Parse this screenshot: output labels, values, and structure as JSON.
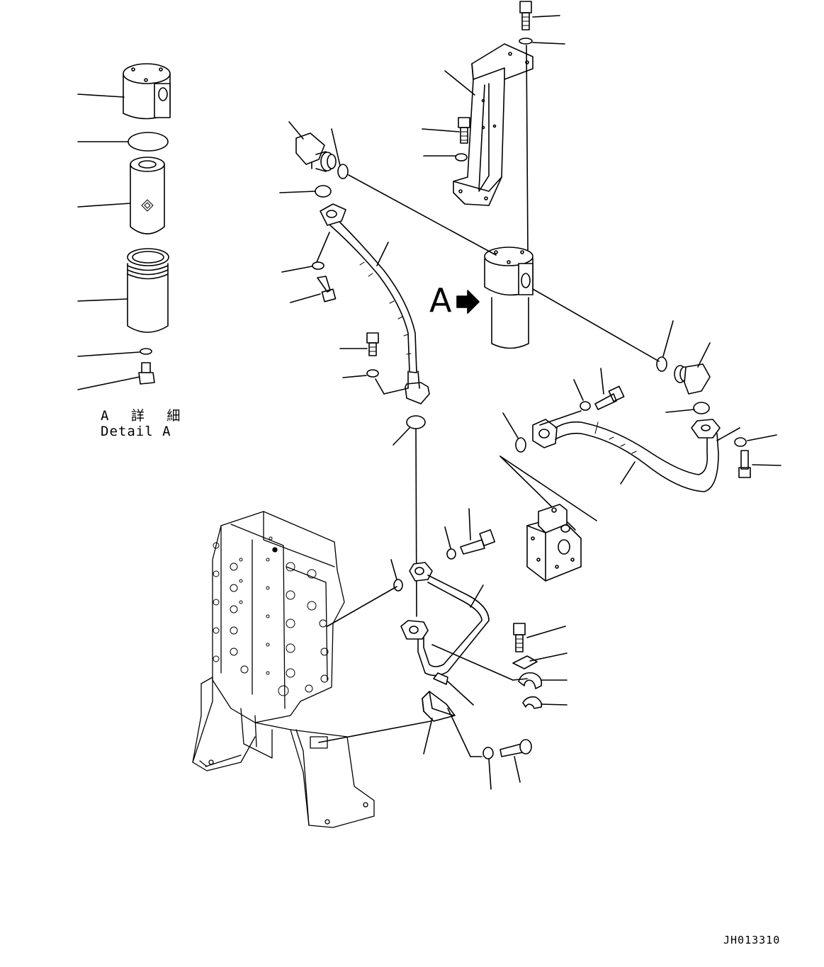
{
  "detail": {
    "japanese_label": "A 詳 細",
    "english_label": "Detail A"
  },
  "view_marker": {
    "letter": "A",
    "icon": "arrow-right-icon"
  },
  "drawing_code": "JH013310"
}
